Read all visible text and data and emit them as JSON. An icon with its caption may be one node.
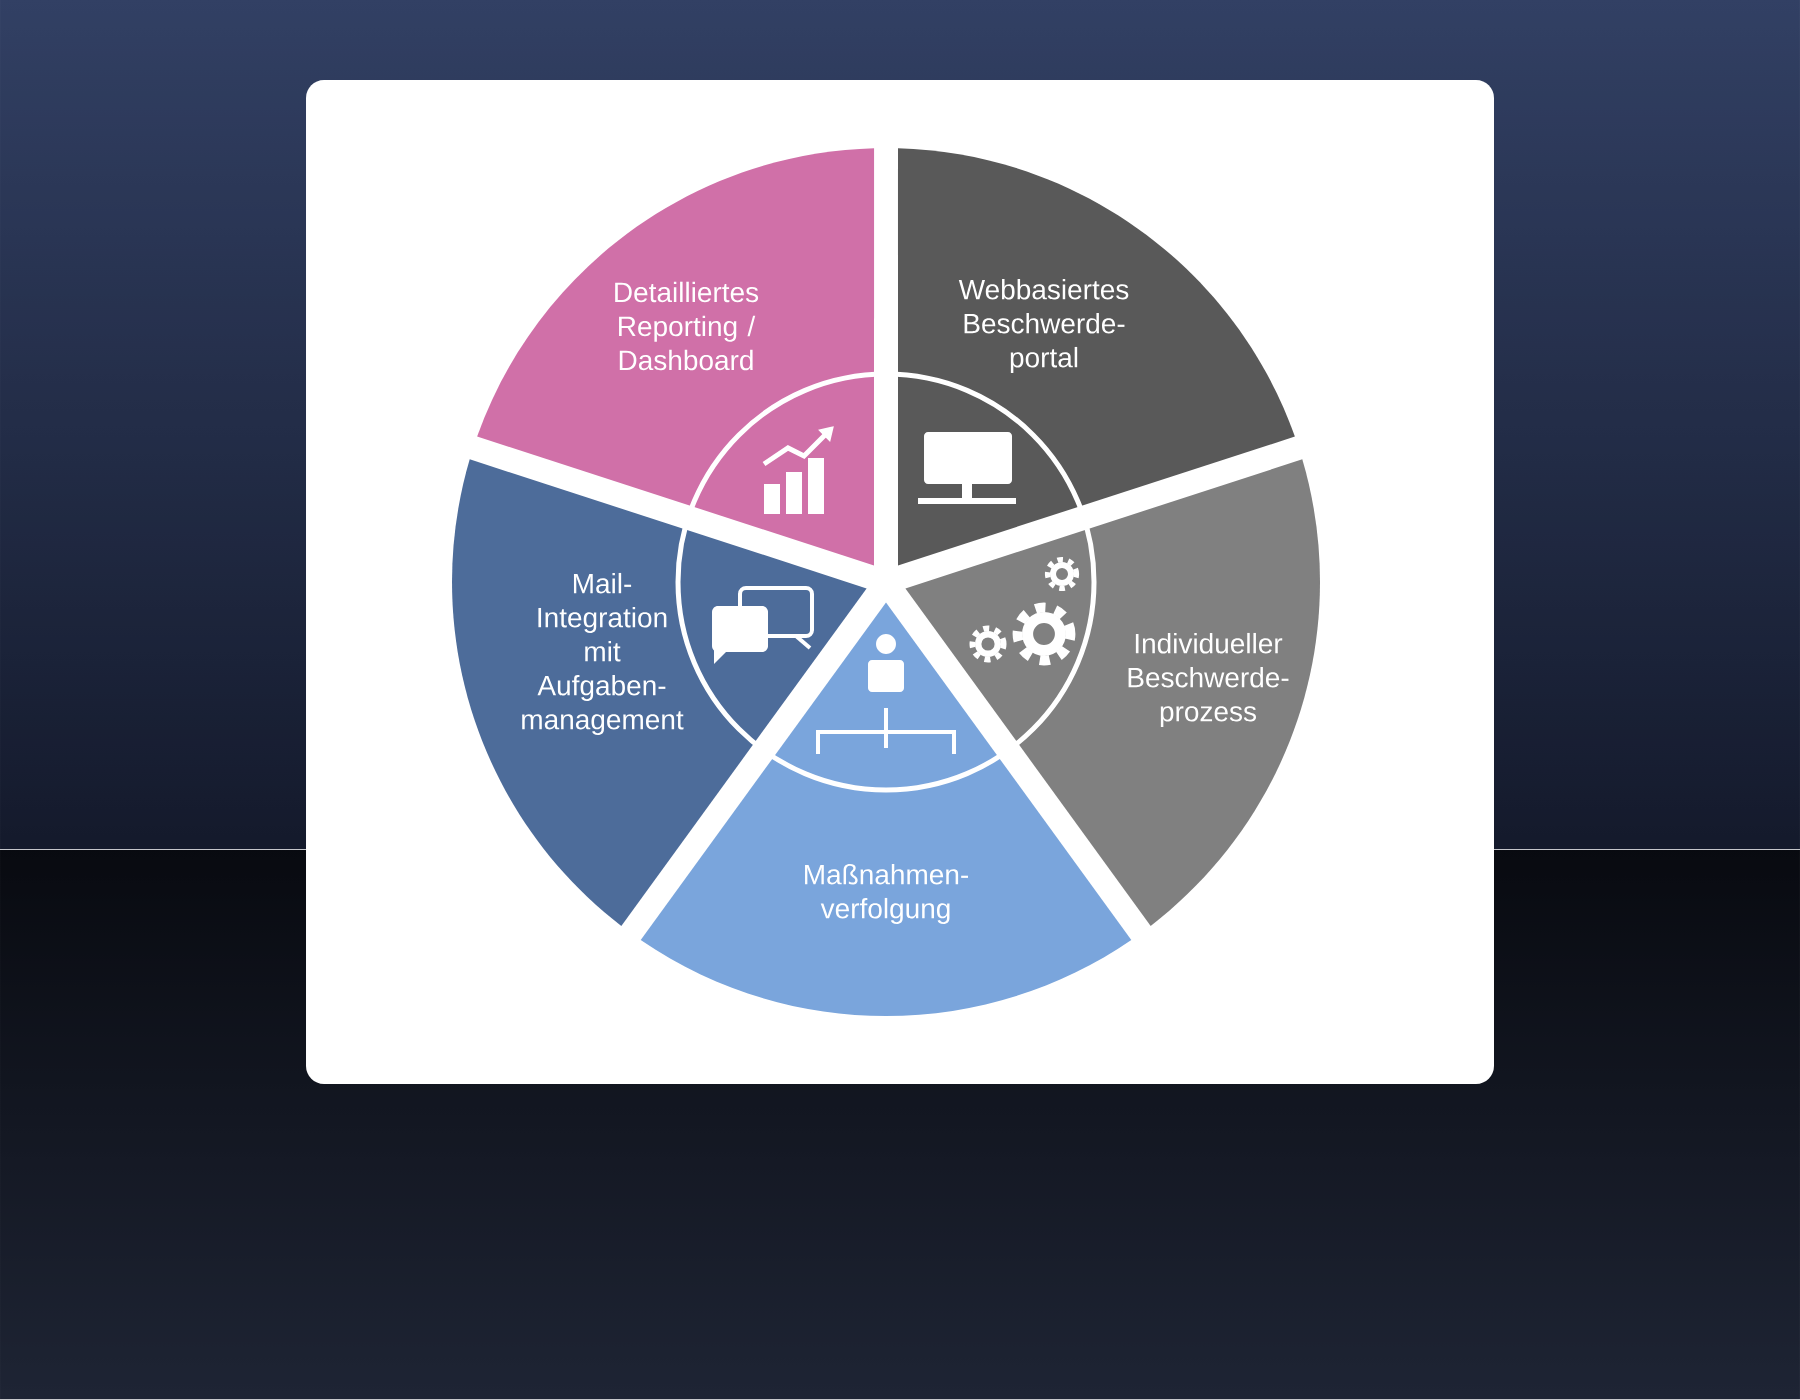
{
  "diagram": {
    "nodes": [
      {
        "text": [
          "Detailliertes Reporting / Dashboard"
        ]
      },
      {
        "text": [
          "Webbasiertes Beschwerde- portal"
        ]
      },
      {
        "text": [
          "Mail- Integration mit Aufgaben- management"
        ]
      },
      {
        "text": [
          "Individueller Beschwerde- prozess"
        ]
      },
      {
        "text": [
          "Maßnahmen- verfolgung"
        ]
      }
    ]
  }
}
